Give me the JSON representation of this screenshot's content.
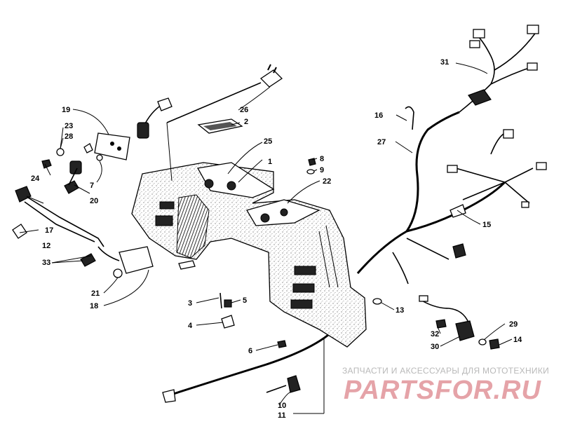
{
  "callouts": {
    "c1": "1",
    "c2": "2",
    "c3": "3",
    "c4": "4",
    "c5": "5",
    "c6": "6",
    "c7": "7",
    "c8": "8",
    "c9": "9",
    "c10": "10",
    "c11": "11",
    "c12": "12",
    "c13": "13",
    "c14": "14",
    "c15": "15",
    "c16": "16",
    "c17": "17",
    "c18": "18",
    "c19": "19",
    "c20": "20",
    "c21": "21",
    "c22": "22",
    "c23": "23",
    "c24": "24",
    "c25": "25",
    "c26": "26",
    "c27": "27",
    "c28": "28",
    "c29": "29",
    "c30": "30",
    "c31": "31",
    "c32": "32",
    "c33": "33"
  },
  "watermark": {
    "tagline": "ЗАПЧАСТИ И АКСЕССУАРЫ ДЛЯ МОТОТЕХНИКИ",
    "logo": "PARTSFOR.RU"
  },
  "colors": {
    "line": "#000000",
    "background": "#ffffff",
    "watermark_logo": "#e5a3a8",
    "watermark_text": "#b9b9b9"
  }
}
